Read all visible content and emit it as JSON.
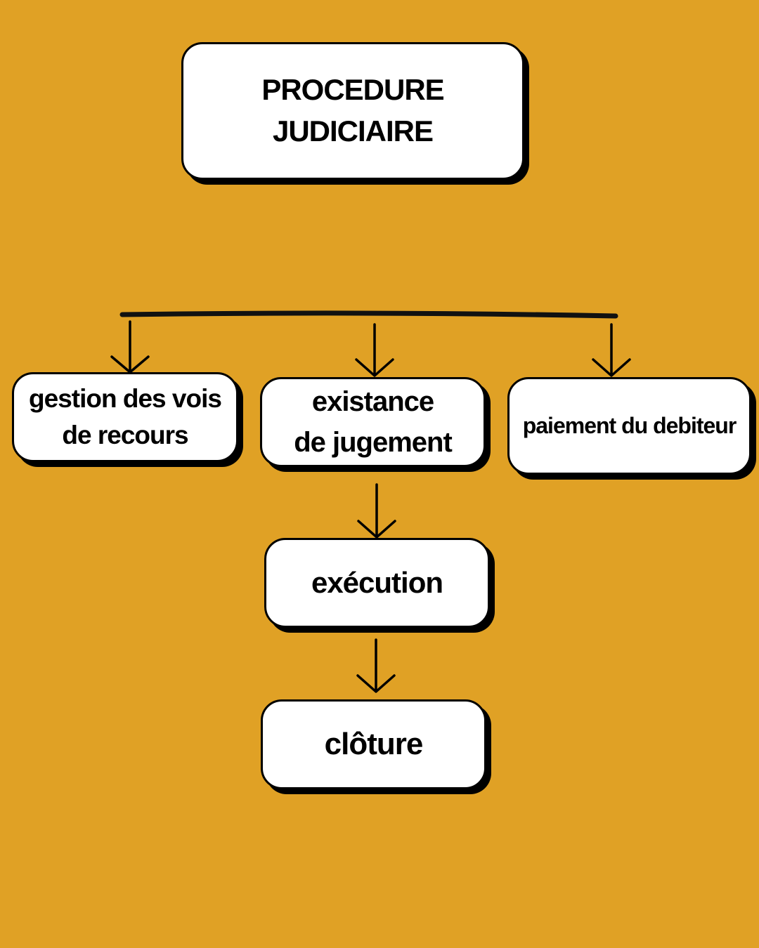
{
  "title": "PROCEDURE JUDICIAIRE",
  "branches": [
    {
      "line1": "gestion des vois",
      "line2": "de recours"
    },
    {
      "line1": "existance",
      "line2": "de jugement"
    },
    {
      "line1": "paiement du debiteur"
    }
  ],
  "steps": [
    "exécution",
    "clôture"
  ],
  "colors": {
    "background": "#E0A125",
    "box": "#FFFFFF",
    "ink": "#000000"
  }
}
